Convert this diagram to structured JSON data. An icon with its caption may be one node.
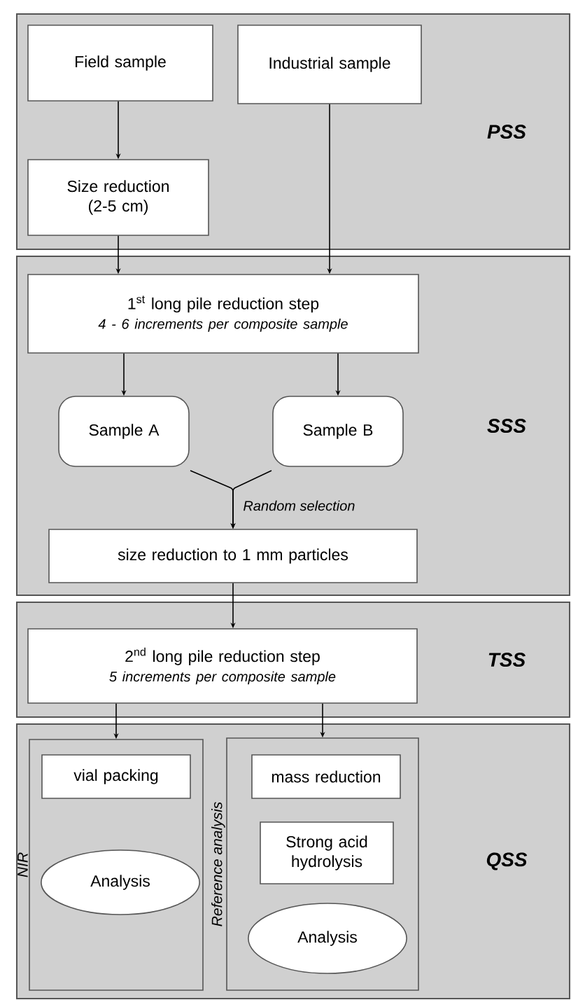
{
  "diagram": {
    "nodes": [
      {
        "text": [
          "PSS"
        ]
      },
      {
        "text": [
          "Field sample"
        ],
        "in": 0
      },
      {
        "text": [
          "Industrial sample"
        ],
        "in": 0
      },
      {
        "text": [
          "Size reduction (2-5 cm)"
        ],
        "in": 0
      },
      {
        "text": [
          "SSS"
        ]
      },
      {
        "text": [
          "1$^{st}$ long pile reduction step",
          "4 - 6 increments per composite sample"
        ],
        "in": 4
      },
      {
        "text": [
          "Sample A"
        ],
        "in": 4
      },
      {
        "text": [
          "Sample B"
        ],
        "in": 4
      },
      {
        "text": [
          "size reduction to 1 mm particles"
        ],
        "in": 4
      },
      {
        "text": [
          "TSS"
        ]
      },
      {
        "text": [
          "2$^{nd}$ long pile reduction step",
          "5 increments per composite sample"
        ],
        "in": 9
      },
      {
        "text": [
          "QSS"
        ]
      },
      {
        "text": [
          "NIR"
        ],
        "in": 11
      },
      {
        "text": [
          "vial packing"
        ],
        "in": 12
      },
      {
        "text": [
          "Analysis"
        ],
        "in": 12
      },
      {
        "text": [
          "Reference analysis"
        ],
        "in": 11
      },
      {
        "text": [
          "mass reduction"
        ],
        "in": 15
      },
      {
        "text": [
          "Strong acid hydrolysis"
        ],
        "in": 15
      },
      {
        "text": [
          "Analysis"
        ],
        "in": 15
      }
    ],
    "edges": [
      {
        "from": 1,
        "to": 3,
        "arrow": "to"
      },
      {
        "from": 3,
        "to": 5,
        "arrow": "to"
      },
      {
        "from": 2,
        "to": 5,
        "arrow": "to"
      },
      {
        "from": 5,
        "to": 6,
        "arrow": "to"
      },
      {
        "from": 5,
        "to": 7,
        "arrow": "to"
      },
      {
        "from": 6,
        "to": 8,
        "arrow": "to"
      },
      {
        "from": 7,
        "to": 8,
        "arrow": "to",
        "label": "Random selection"
      },
      {
        "from": 8,
        "to": 10,
        "arrow": "to"
      },
      {
        "from": 10,
        "to": 12,
        "arrow": "to"
      },
      {
        "from": 10,
        "to": 15,
        "arrow": "to"
      }
    ]
  }
}
